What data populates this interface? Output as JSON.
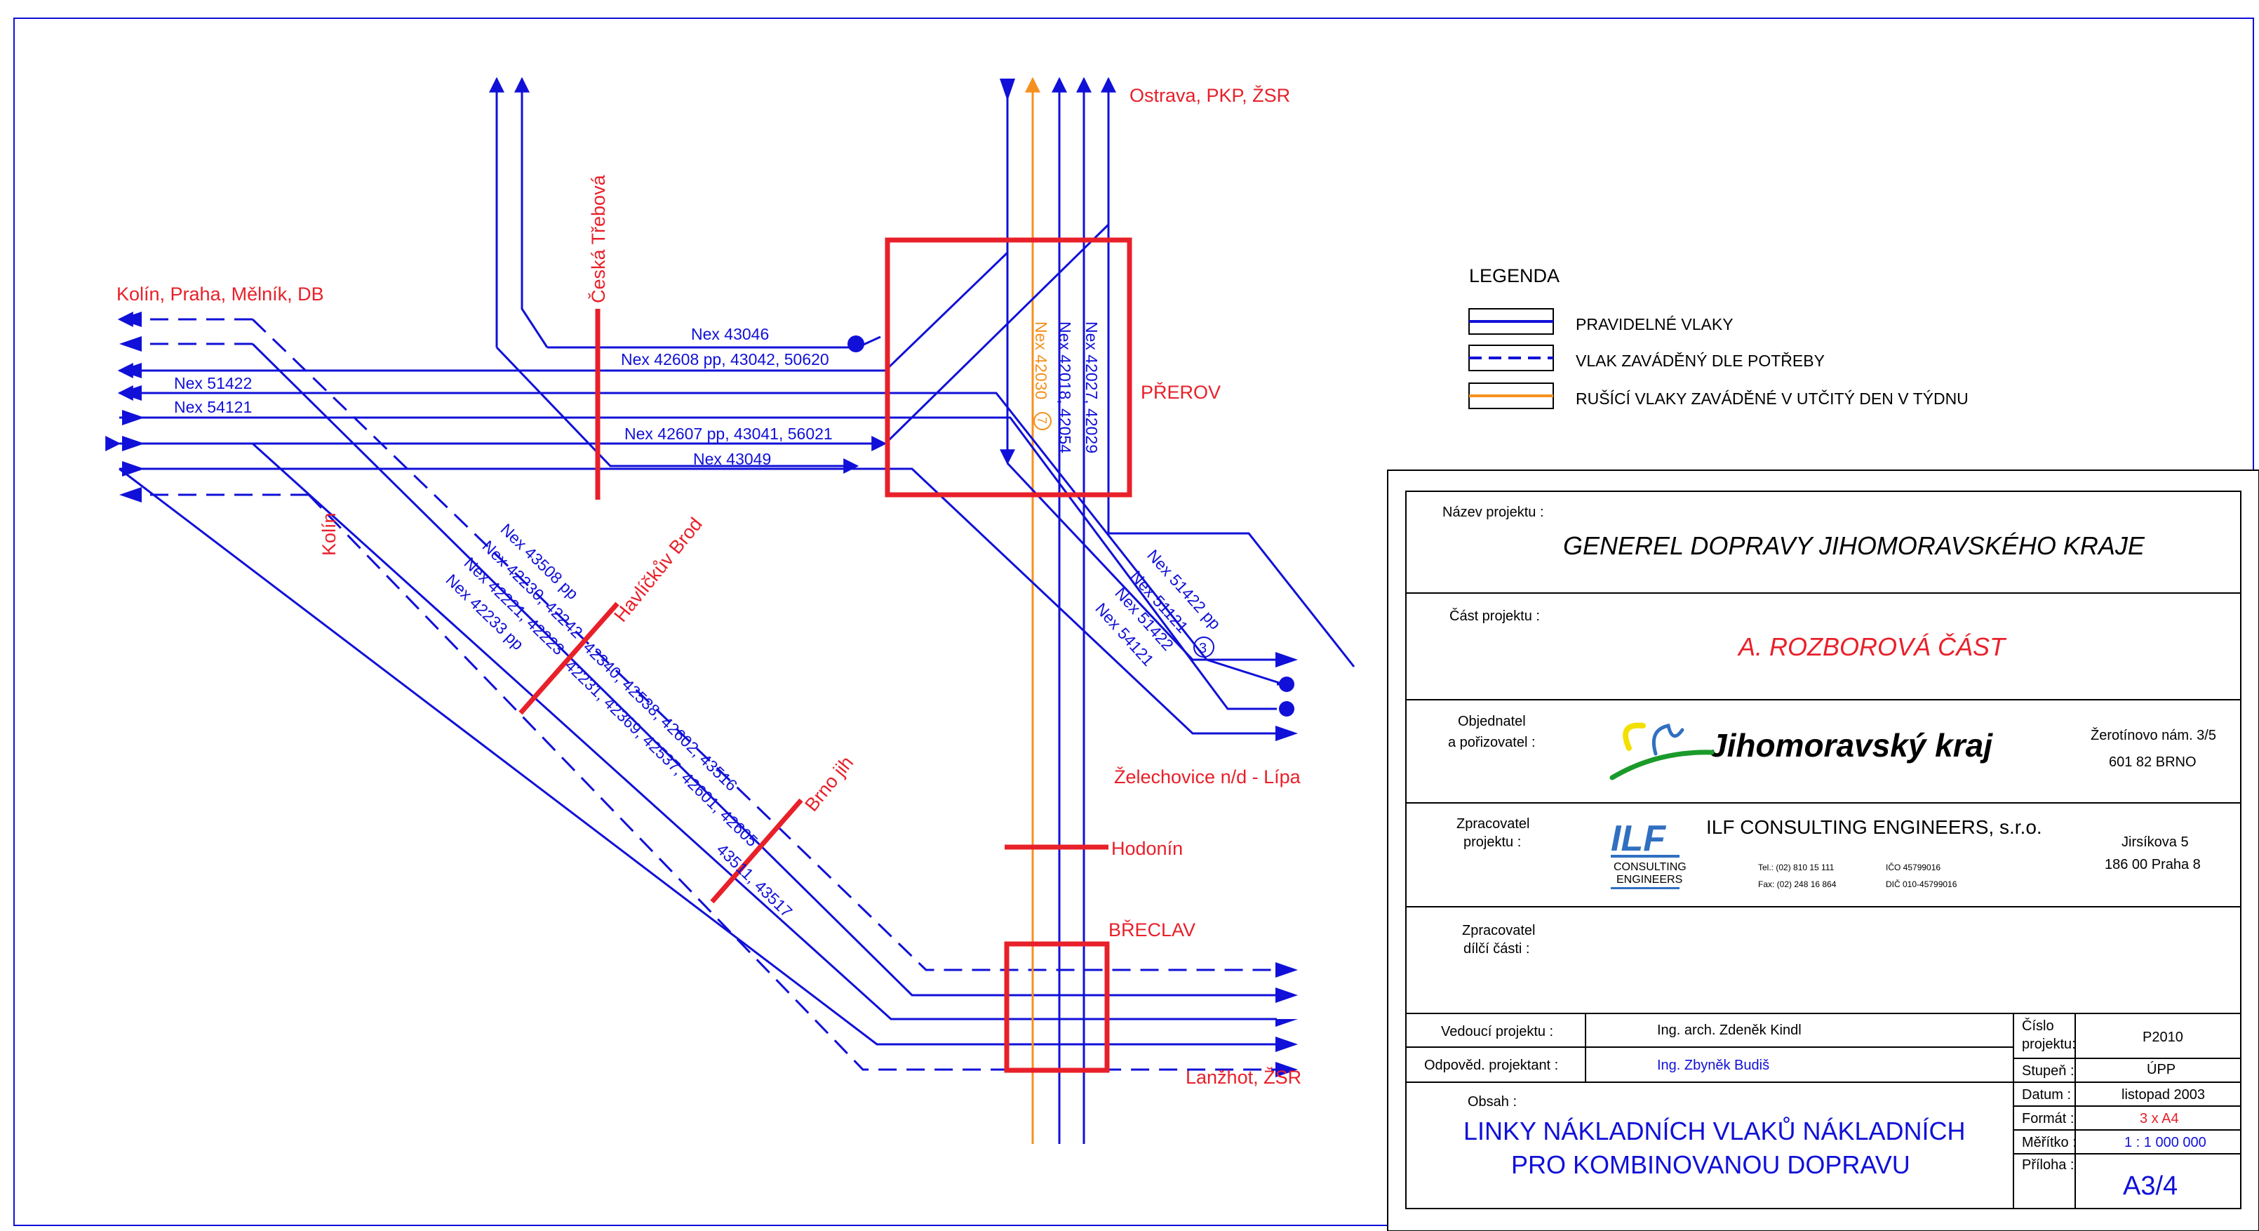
{
  "places": {
    "ostrava": "Ostrava, PKP, ŽSR",
    "kolin_praha": "Kolín, Praha, Mělník, DB",
    "ceska_trebova": "Česká Třebová",
    "kolin": "Kolín",
    "havlickuv_brod": "Havlíčkův Brod",
    "brno_jih": "Brno jih",
    "prerov": "PŘEROV",
    "zelechovice": "Želechovice n/d - Lípa",
    "hodonin": "Hodonín",
    "breclav": "BŘECLAV",
    "lanzhot": "Lanžhot, ŽSR"
  },
  "trains": {
    "t43046": "Nex 43046",
    "t42608": "Nex 42608 pp, 43042, 50620",
    "t51422": "Nex 51422",
    "t54121": "Nex 54121",
    "t42607": "Nex 42607 pp, 43041, 56021",
    "t43049": "Nex 43049",
    "v42030": "Nex 42030",
    "v42030_circle": "7",
    "v42018": "Nex 42018, 42054",
    "v42027": "Nex 42027, 42029",
    "d51422": "Nex 51422 pp",
    "d51121": "Nex 51121",
    "d51121_circle": "3",
    "d51422b": "Nex 51422",
    "d54121": "Nex 54121",
    "s43508": "Nex 43508 pp",
    "s42230": "Nex 42230, 42242",
    "s42221": "Nex 42221, 42223",
    "s42233": "Nex 42233 pp",
    "s42340": "42340, 42538, 42602, 43516",
    "s42231": "42231, 42369, 42537, 42601, 42605",
    "s43511": "43511, 43517"
  },
  "legend": {
    "title": "LEGENDA",
    "regular": "PRAVIDELNÉ VLAKY",
    "on_demand": "VLAK ZAVÁDĚNÝ DLE POTŘEBY",
    "weekly": "RUŠÍCÍ VLAKY ZAVÁDĚNÉ V UTČITÝ DEN V TÝDNU"
  },
  "titleblock": {
    "project_name_label": "Název projektu :",
    "project_name": "GENEREL DOPRAVY JIHOMORAVSKÉHO KRAJE",
    "part_label": "Část projektu :",
    "part": "A. ROZBOROVÁ ČÁST",
    "client_label_1": "Objednatel",
    "client_label_2": "a pořizovatel :",
    "client_name": "Jihomoravský kraj",
    "client_addr_1": "Žerotínovo nám. 3/5",
    "client_addr_2": "601 82 BRNO",
    "processor_label_1": "Zpracovatel",
    "processor_label_2": "projektu :",
    "ilf_logo": "ILF",
    "ilf_sub_1": "CONSULTING",
    "ilf_sub_2": "ENGINEERS",
    "processor_name": "ILF CONSULTING ENGINEERS, s.r.o.",
    "tel": "Tel.: (02) 810 15 111",
    "fax": "Fax: (02) 248 16 864",
    "ico": "IČO  45799016",
    "dic": "DIČ  010-45799016",
    "processor_addr_1": "Jirsíkova 5",
    "processor_addr_2": "186 00 Praha 8",
    "sub_processor_label_1": "Zpracovatel",
    "sub_processor_label_2": "dílčí části :",
    "manager_label": "Vedoucí projektu :",
    "manager": "Ing. arch. Zdeněk Kindl",
    "responsible_label": "Odpověd. projektant :",
    "responsible": "Ing. Zbyněk Budiš",
    "contents_label": "Obsah :",
    "contents_1": "LINKY NÁKLADNÍCH VLAKŮ NÁKLADNÍCH",
    "contents_2": "PRO KOMBINOVANOU DOPRAVU",
    "num_label_1": "Číslo",
    "num_label_2": "projektu:",
    "num": "P2010",
    "stage_label": "Stupeň :",
    "stage": "ÚPP",
    "date_label": "Datum :",
    "date": "listopad 2003",
    "format_label": "Formát :",
    "format": "3 x A4",
    "scale_label": "Měřítko :",
    "scale": "1 : 1 000 000",
    "annex_label": "Příloha :",
    "annex": "A3/4"
  },
  "colors": {
    "blue": "#1010d8",
    "red": "#e8202a",
    "orange": "#f5901e",
    "green": "#1a9a2a",
    "yellow": "#f2e000",
    "logo_blue": "#3070c0"
  }
}
